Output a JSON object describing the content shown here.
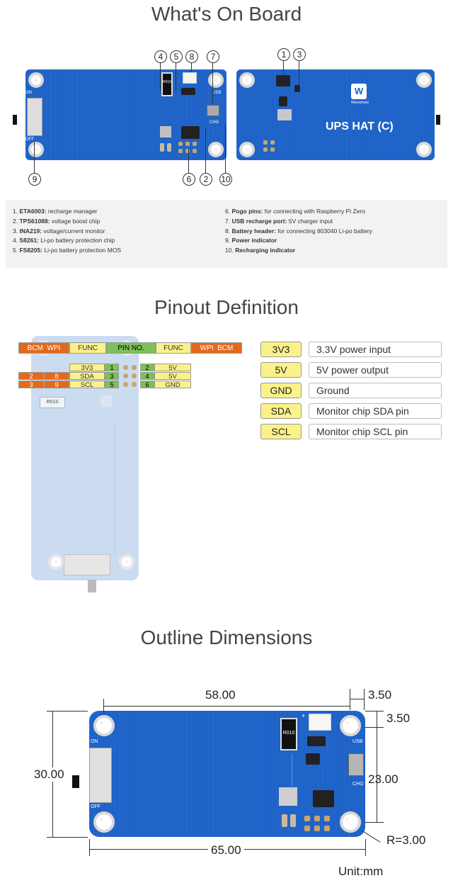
{
  "sections": {
    "board_title": "What's On Board",
    "pinout_title": "Pinout Definition",
    "outline_title": "Outline Dimensions"
  },
  "board": {
    "callouts": [
      "1",
      "2",
      "3",
      "4",
      "5",
      "6",
      "7",
      "8",
      "9",
      "10"
    ],
    "front_labels": {
      "on": "ON",
      "off": "OFF",
      "usb": "USB",
      "chg": "CHG",
      "resistor": "R010"
    },
    "back_title": "UPS HAT (C)",
    "brand": "Waveshare"
  },
  "legend": {
    "left": [
      {
        "num": "1.",
        "name": "ETA6003:",
        "desc": " recharge manager"
      },
      {
        "num": "2.",
        "name": "TPS61088:",
        "desc": " voltage boost chip"
      },
      {
        "num": "3.",
        "name": "INA219:",
        "desc": " voltage/current monitor"
      },
      {
        "num": "4.",
        "name": "S8261:",
        "desc": " Li-po battery protection chip"
      },
      {
        "num": "5.",
        "name": "FS8205:",
        "desc": " Li-po battery protection MOS"
      }
    ],
    "right": [
      {
        "num": "6.",
        "name": "Pogo pins:",
        "desc": " for connecting with Raspberry Pi Zero"
      },
      {
        "num": "7.",
        "name": "USB recharge port:",
        "desc": " 5V charger input"
      },
      {
        "num": "8.",
        "name": "Battery header:",
        "desc": " for connecting 803040 Li-po battery"
      },
      {
        "num": "9.",
        "name": "Power indicator",
        "desc": ""
      },
      {
        "num": "10.",
        "name": "Recharging indicator",
        "desc": ""
      }
    ]
  },
  "pinout": {
    "header": [
      "BCM",
      "WPI",
      "FUNC",
      "PIN NO.",
      "FUNC",
      "WPI",
      "BCM"
    ],
    "rows": [
      {
        "bcm_l": "",
        "wpi_l": "",
        "func_l": "3V3",
        "pin_l": "1",
        "pin_r": "2",
        "func_r": "5V"
      },
      {
        "bcm_l": "2",
        "wpi_l": "8",
        "func_l": "SDA",
        "pin_l": "3",
        "pin_r": "4",
        "func_r": "5V"
      },
      {
        "bcm_l": "3",
        "wpi_l": "9",
        "func_l": "SCL",
        "pin_l": "5",
        "pin_r": "6",
        "func_r": "GND"
      }
    ],
    "resistor": "R010",
    "definitions": [
      {
        "name": "3V3",
        "desc": "3.3V power input"
      },
      {
        "name": "5V",
        "desc": "5V power output"
      },
      {
        "name": "GND",
        "desc": "Ground"
      },
      {
        "name": "SDA",
        "desc": "Monitor chip SDA pin"
      },
      {
        "name": "SCL",
        "desc": "Monitor chip SCL pin"
      }
    ]
  },
  "outline": {
    "width_inner": "58.00",
    "right_offset": "3.50",
    "top_offset": "3.50",
    "height_total": "30.00",
    "height_inner": "23.00",
    "width_total": "65.00",
    "radius": "R=3.00",
    "unit": "Unit:mm",
    "labels": {
      "on": "ON",
      "off": "OFF",
      "usb": "USB",
      "chg": "CHG",
      "resistor": "R010",
      "plus": "+"
    }
  },
  "colors": {
    "pcb": "#1f63c8",
    "func_yellow": "#fbf18a",
    "pin_green": "#7dc057",
    "bcm_orange": "#e36a1d"
  }
}
